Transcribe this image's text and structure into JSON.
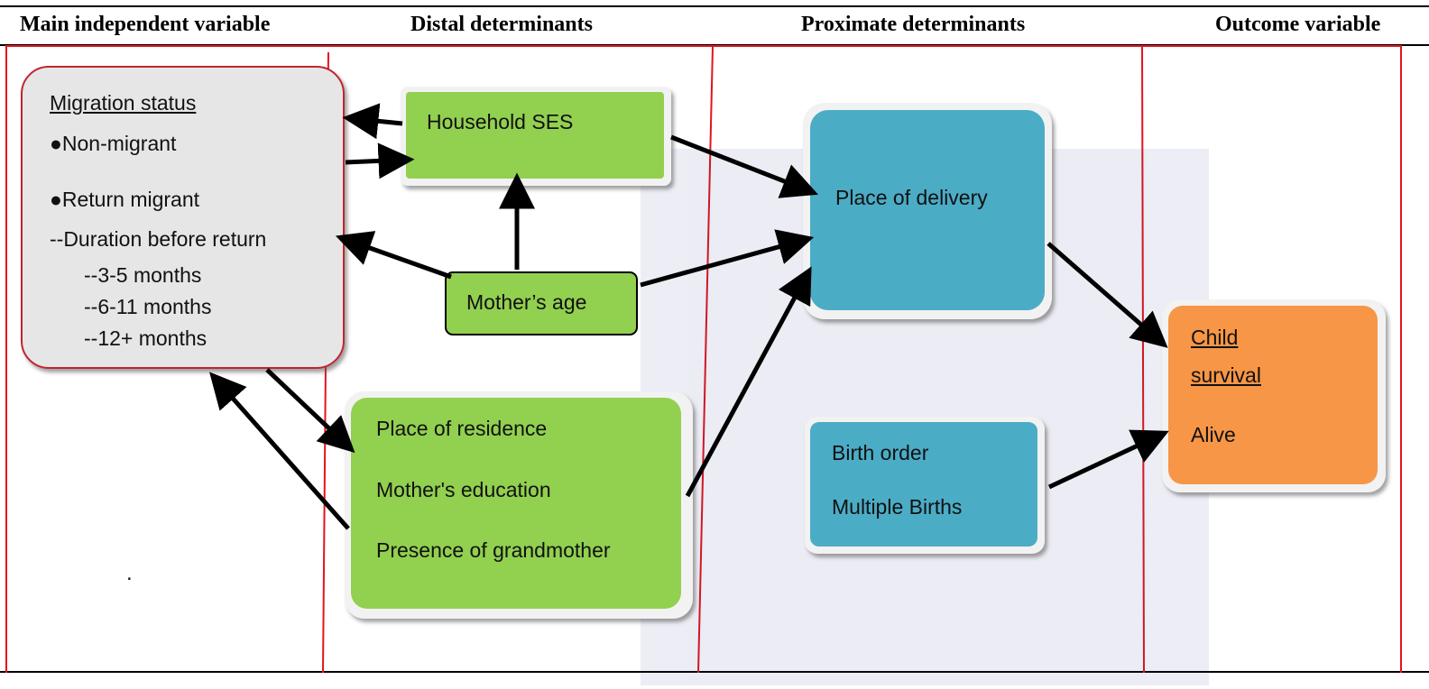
{
  "headers": {
    "main_independent": "Main independent variable",
    "distal": "Distal determinants",
    "proximate": "Proximate determinants",
    "outcome": "Outcome variable"
  },
  "migration_box": {
    "title": "Migration status",
    "item1": "●Non-migrant",
    "item2": "●Return migrant",
    "item3": "--Duration before return",
    "item4": "--3-5 months",
    "item5": "--6-11 months",
    "item6": "--12+ months"
  },
  "household_box": {
    "label": "Household SES"
  },
  "mothers_age_box": {
    "label": "Mother’s age"
  },
  "residence_box": {
    "line1": "Place of residence",
    "line2": "Mother's education",
    "line3": "Presence of grandmother"
  },
  "delivery_box": {
    "label": "Place of delivery"
  },
  "birth_box": {
    "line1": "Birth order",
    "line2": "Multiple Births"
  },
  "outcome_box": {
    "line1": "Child",
    "line2": "survival",
    "line3": "Alive"
  },
  "stray_dot": ".",
  "colors": {
    "green": "#92d050",
    "blue": "#4bacc6",
    "orange": "#f79646",
    "grey": "#e6e6e6",
    "red": "#e3141b"
  }
}
